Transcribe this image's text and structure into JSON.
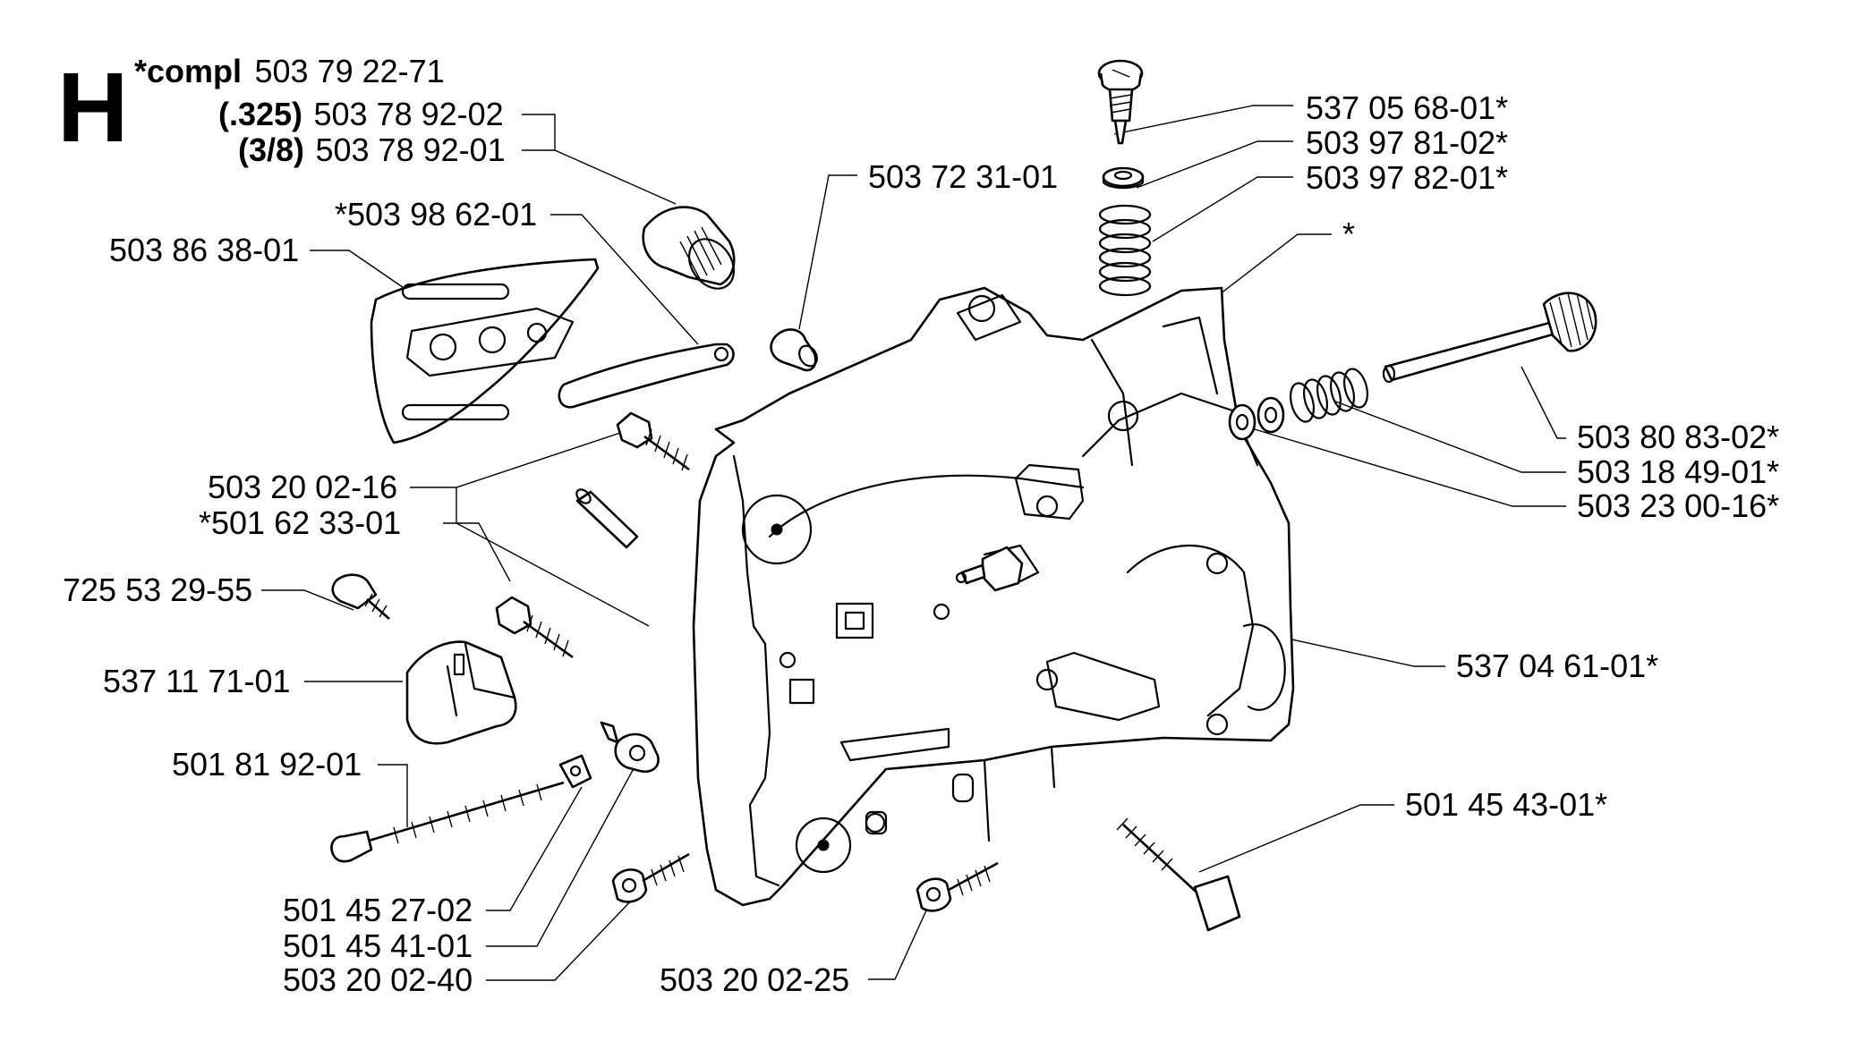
{
  "section": "H",
  "header": {
    "compl_prefix": "*compl",
    "compl_number": "503 79 22-71",
    "var1_label": "(.325)",
    "var1_number": "503 78 92-02",
    "var2_label": "(3/8)",
    "var2_number": "503 78 92-01"
  },
  "labels": {
    "l_503_72_31_01": "503 72 31-01",
    "l_503_98_62_01": "*503 98 62-01",
    "l_503_86_38_01": "503 86 38-01",
    "l_503_20_02_16": "503 20 02-16",
    "l_501_62_33_01": "*501 62 33-01",
    "l_725_53_29_55": "725 53 29-55",
    "l_537_11_71_01": "537 11 71-01",
    "l_501_81_92_01": "501 81 92-01",
    "l_501_45_27_02": "501 45 27-02",
    "l_501_45_41_01": "501 45 41-01",
    "l_503_20_02_40": "503 20 02-40",
    "l_503_20_02_25": "503 20 02-25",
    "l_537_05_68_01": "537 05 68-01*",
    "l_503_97_81_02": "503 97 81-02*",
    "l_503_97_82_01": "503 97 82-01*",
    "l_star": "*",
    "l_503_80_83_02": "503 80 83-02*",
    "l_503_18_49_01": "503 18 49-01*",
    "l_503_23_00_16": "503 23 00-16*",
    "l_537_04_61_01": "537 04 61-01*",
    "l_501_45_43_01": "501 45 43-01*"
  }
}
